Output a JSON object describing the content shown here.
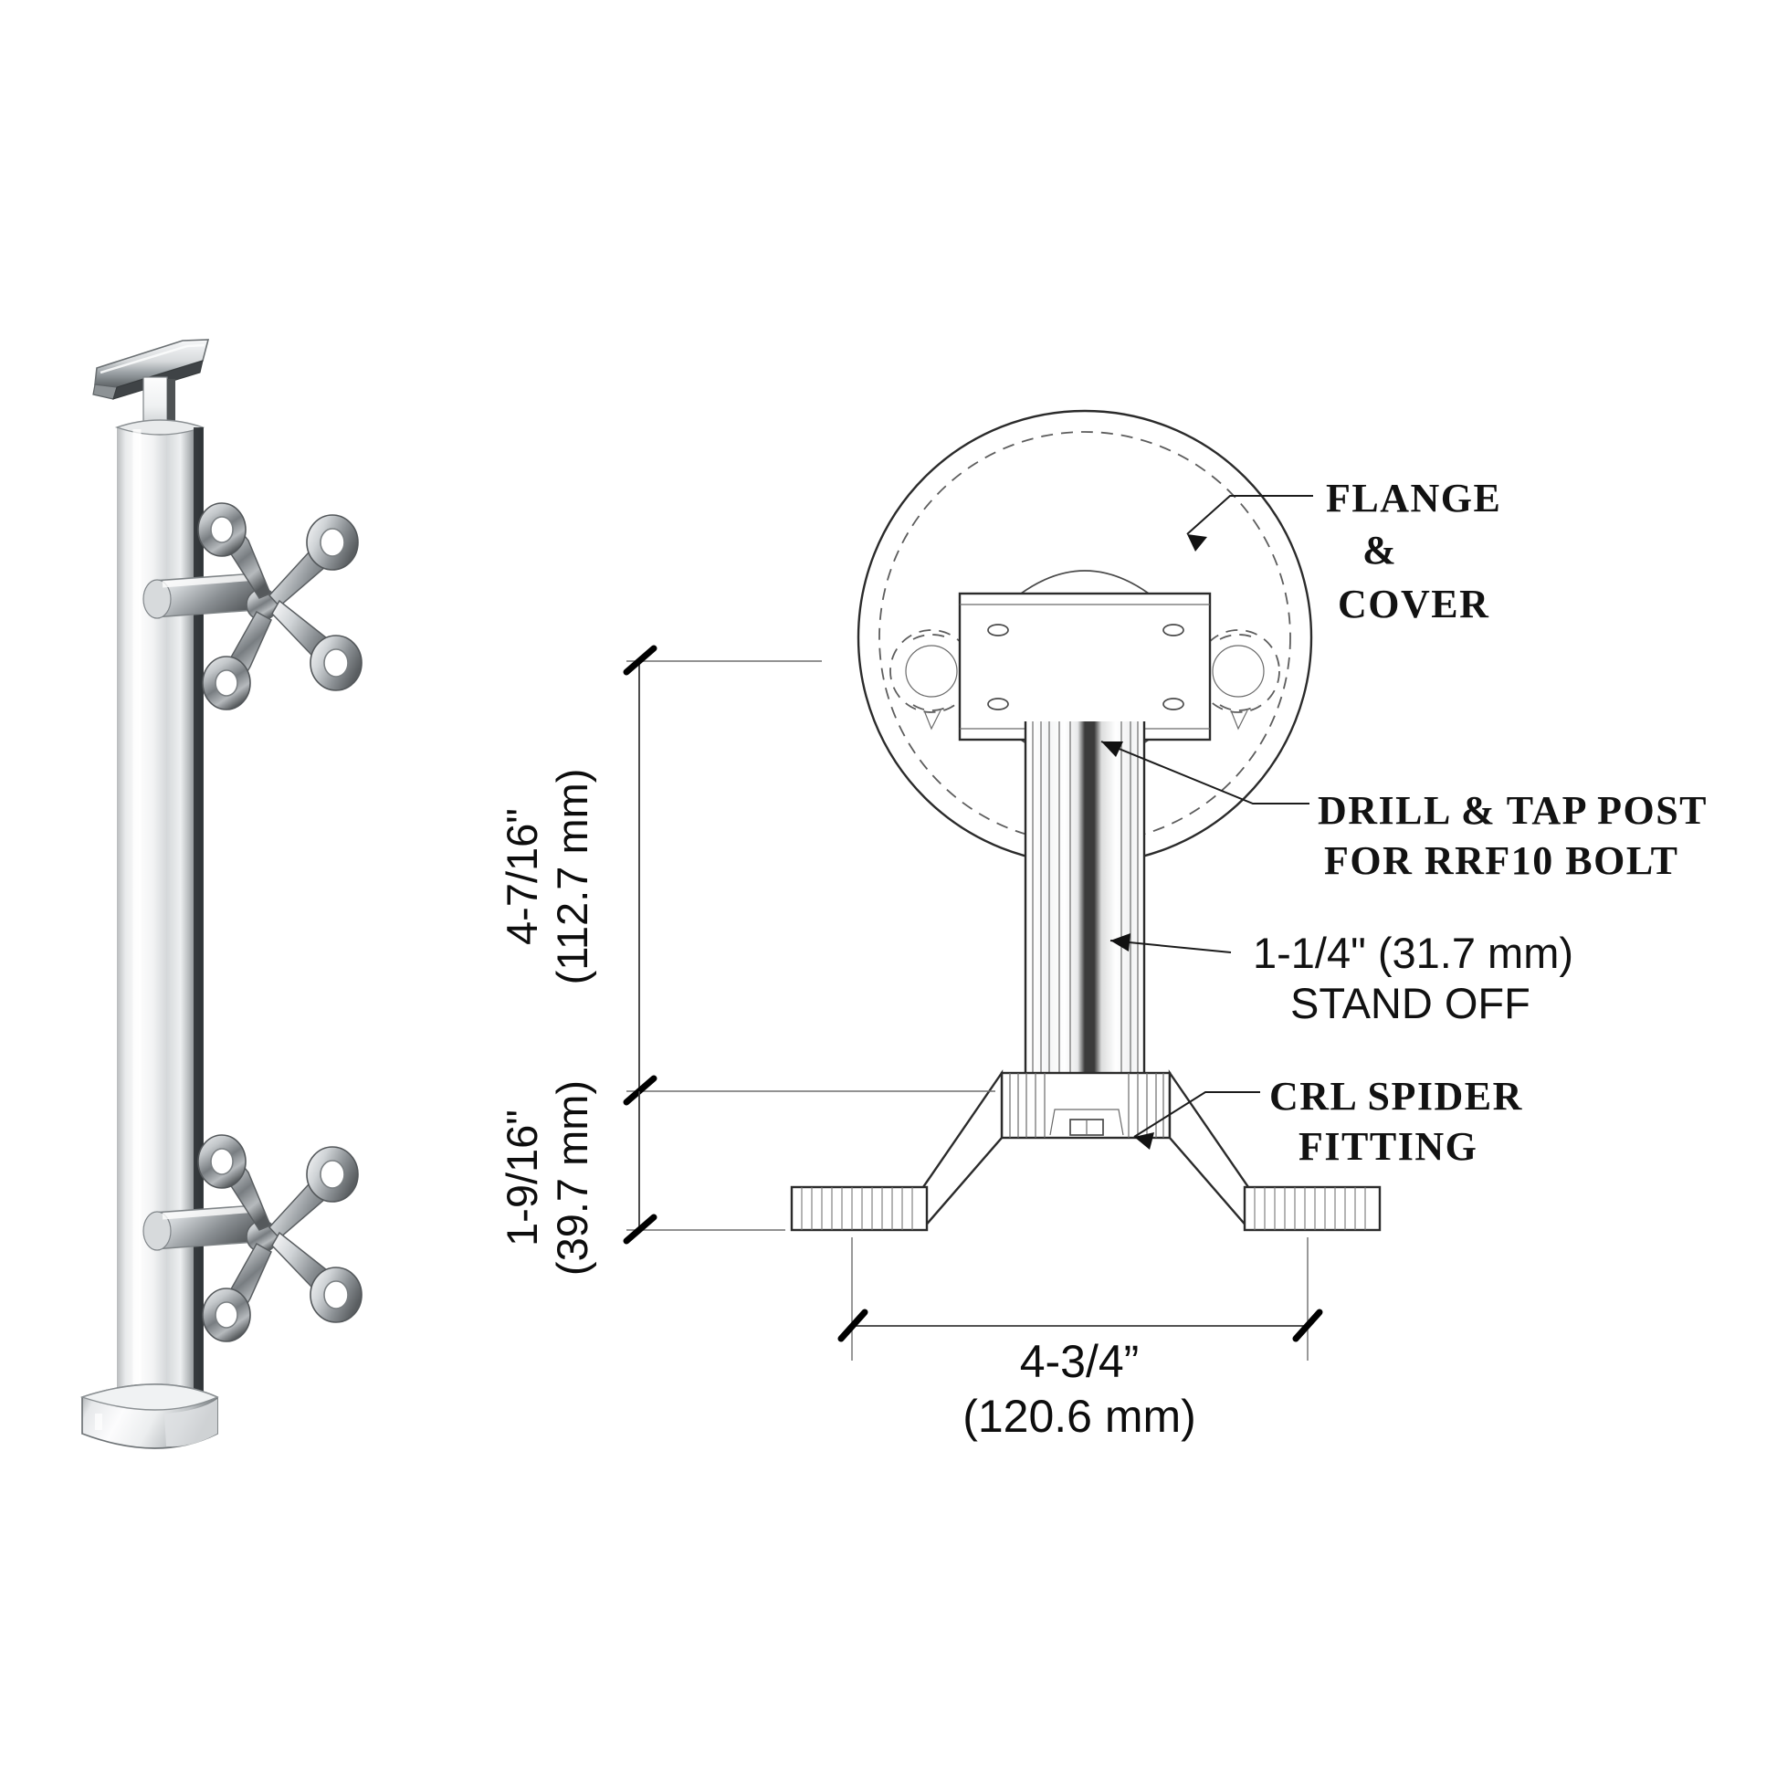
{
  "drawing": {
    "title": "CRL Spider Fitting Post Assembly",
    "background_color": "#ffffff",
    "line_color": "#2b2b2b"
  },
  "annotations": {
    "flange_cover": {
      "line1": "FLANGE",
      "line2": "&",
      "line3": "COVER"
    },
    "drill_tap": {
      "line1": "DRILL  & TAP POST",
      "line2": "FOR RRF10 BOLT"
    },
    "stand_off": {
      "line1": "1-1/4\" (31.7 mm)",
      "line2": "STAND OFF"
    },
    "spider_fitting": {
      "line1": "CRL SPIDER",
      "line2": "FITTING"
    }
  },
  "dimensions": {
    "upper_vertical": {
      "imperial": "4-7/16\"",
      "metric": "(112.7 mm)"
    },
    "lower_vertical": {
      "imperial": "1-9/16\"",
      "metric": "(39.7 mm)"
    },
    "bottom_horizontal": {
      "imperial": "4-3/4”",
      "metric": "(120.6 mm)"
    }
  },
  "views": {
    "left_render": {
      "name": "3D rendered post with two spider fittings",
      "components": [
        "post-cap",
        "post-tube",
        "upper-spider-fitting",
        "lower-spider-fitting",
        "base-flange"
      ]
    },
    "right_drawing": {
      "name": "Front elevation technical drawing",
      "components": [
        "glass-panel-circle",
        "flange-cover-plate",
        "standoff-tube",
        "spider-fitting-base",
        "mounting-feet"
      ]
    }
  }
}
